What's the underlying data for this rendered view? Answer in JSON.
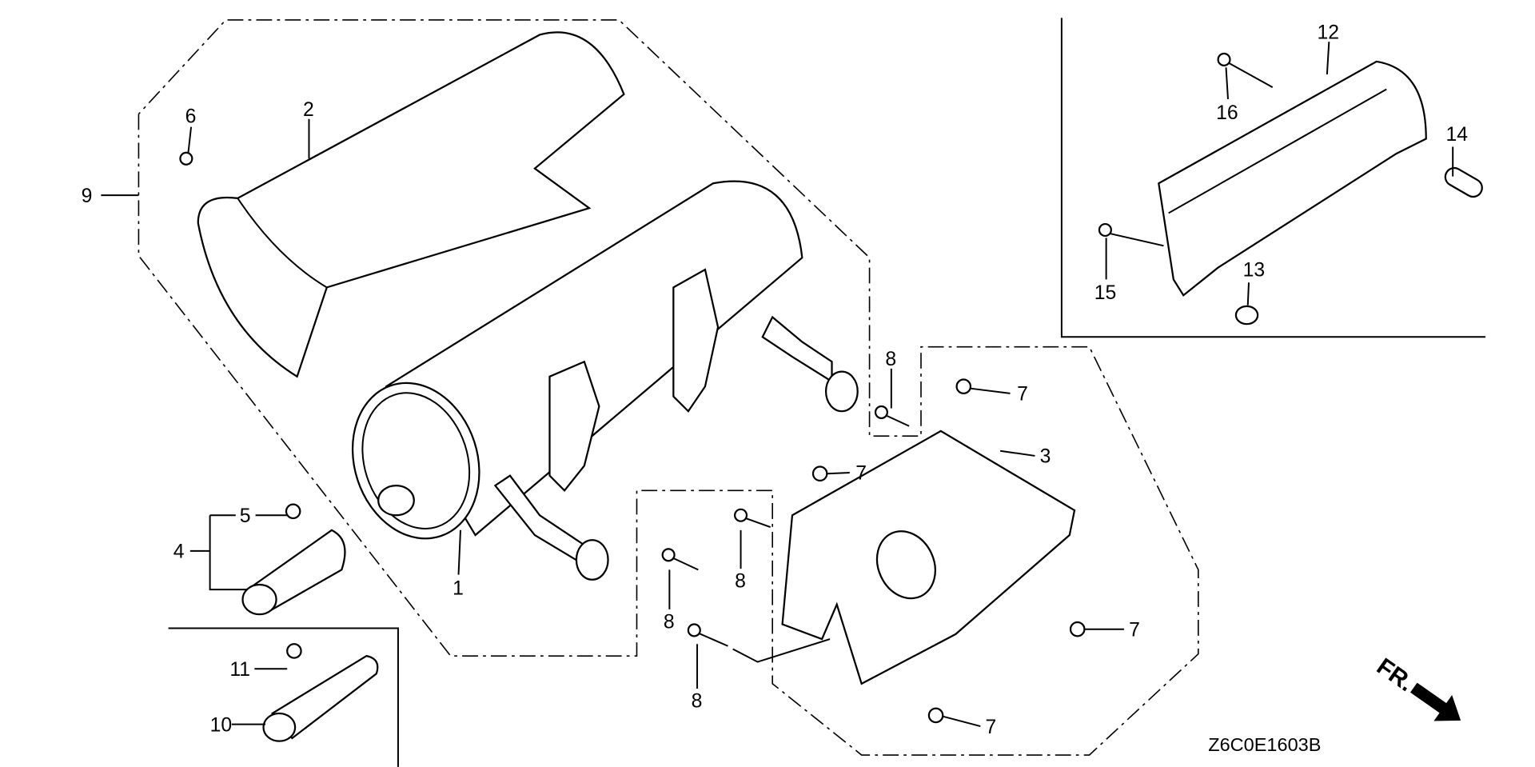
{
  "diagram_code": "Z6C0E1603B",
  "direction_marker": "FR.",
  "callouts": [
    {
      "label": "1"
    },
    {
      "label": "2"
    },
    {
      "label": "3"
    },
    {
      "label": "4"
    },
    {
      "label": "5"
    },
    {
      "label": "6"
    },
    {
      "label": "7"
    },
    {
      "label": "7"
    },
    {
      "label": "7"
    },
    {
      "label": "7"
    },
    {
      "label": "8"
    },
    {
      "label": "8"
    },
    {
      "label": "8"
    },
    {
      "label": "8"
    },
    {
      "label": "9"
    },
    {
      "label": "10"
    },
    {
      "label": "11"
    },
    {
      "label": "12"
    },
    {
      "label": "13"
    },
    {
      "label": "14"
    },
    {
      "label": "15"
    },
    {
      "label": "16"
    }
  ]
}
